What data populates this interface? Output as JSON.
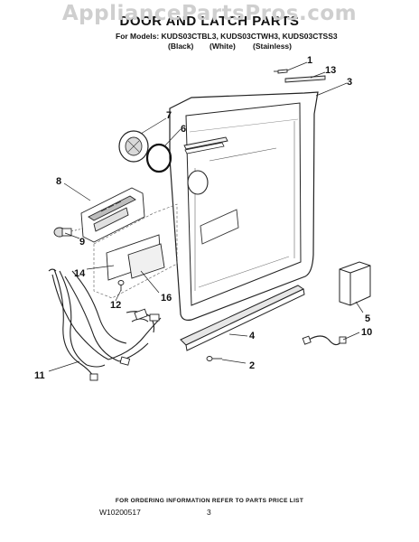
{
  "watermark": "AppliancePartsPros.com",
  "header": {
    "title": "DOOR AND LATCH PARTS",
    "models": "For Models: KUDS03CTBL3, KUDS03CTWH3, KUDS03CTSS3",
    "finishes": [
      "(Black)",
      "(White)",
      "(Stainless)"
    ]
  },
  "callouts": [
    "1",
    "13",
    "3",
    "7",
    "6",
    "8",
    "9",
    "14",
    "12",
    "16",
    "5",
    "4",
    "10",
    "2",
    "11"
  ],
  "footer": {
    "note": "FOR ORDERING INFORMATION REFER TO PARTS PRICE LIST",
    "doc_number": "W10200517",
    "page_number": "3"
  }
}
